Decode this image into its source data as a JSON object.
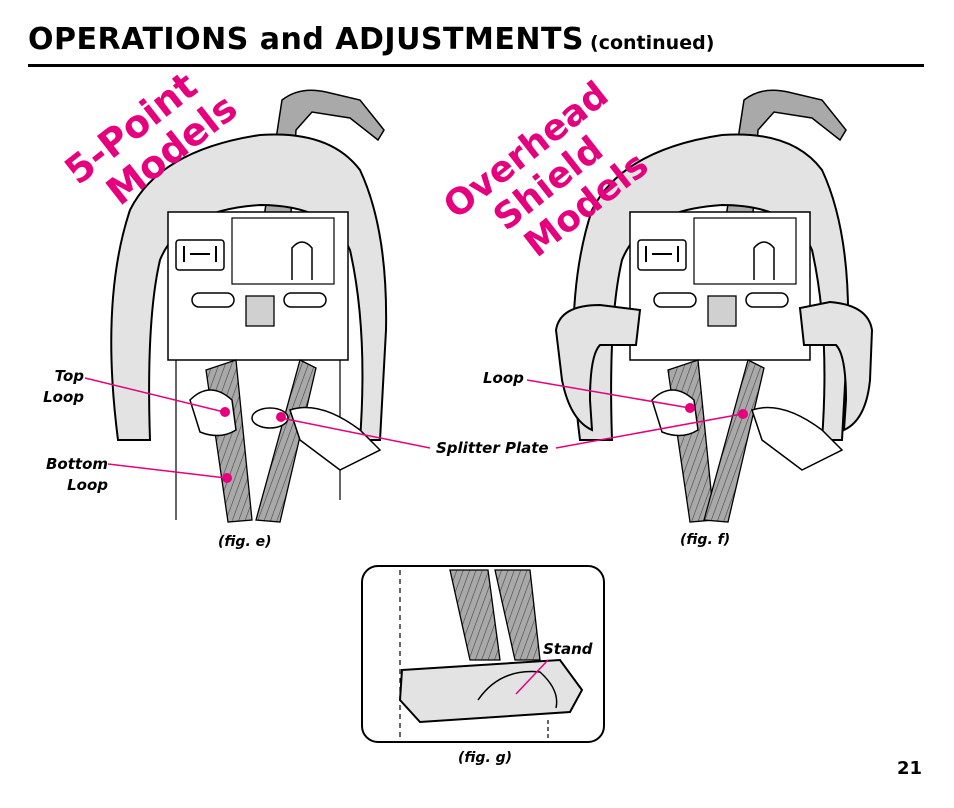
{
  "header": {
    "title": "OPERATIONS and ADJUSTMENTS",
    "continued": "(continued)"
  },
  "banners": {
    "five_point_line1": "5-Point",
    "five_point_line2": "Models",
    "overhead_line1": "Overhead",
    "overhead_line2": "Shield",
    "overhead_line3": "Models",
    "color": "#e6007e"
  },
  "callouts": {
    "top_loop_line1": "Top",
    "top_loop_line2": "Loop",
    "bottom_loop_line1": "Bottom",
    "bottom_loop_line2": "Loop",
    "loop": "Loop",
    "splitter_plate": "Splitter Plate",
    "stand": "Stand"
  },
  "captions": {
    "fig_e": "(fig. e)",
    "fig_f": "(fig. f)",
    "fig_g": "(fig. g)"
  },
  "page_number": "21",
  "colors": {
    "magenta": "#e6007e",
    "shell_gray": "#e3e3e3",
    "strap_gray": "#a9a9a9",
    "line": "#000000"
  }
}
